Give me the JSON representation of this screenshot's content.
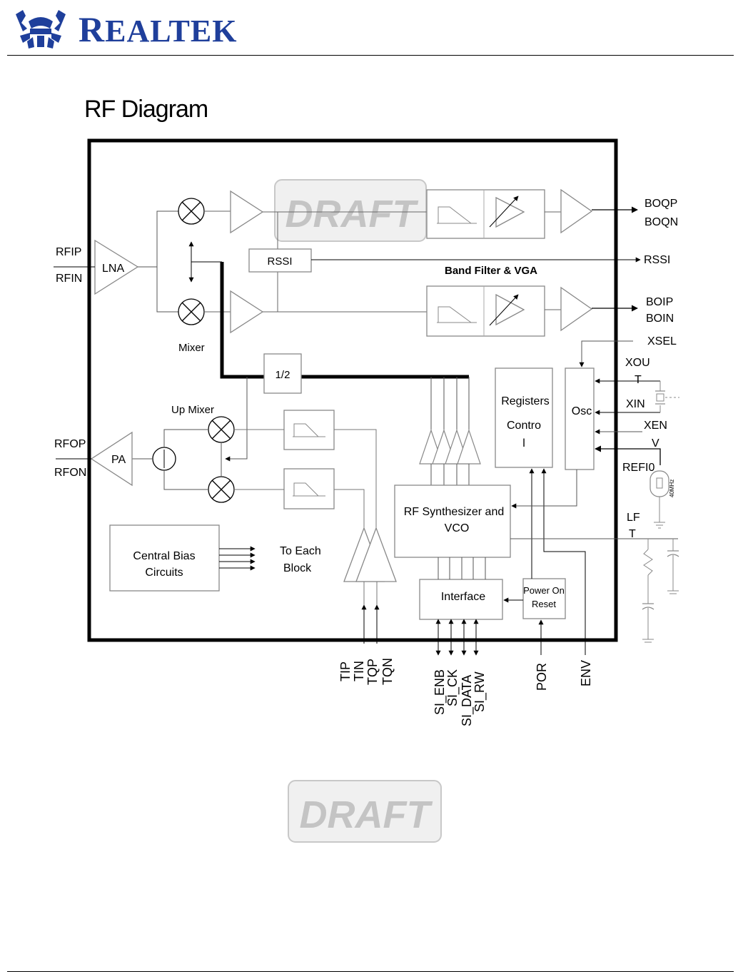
{
  "brand": {
    "name_initial": "R",
    "name_rest": "EALTEK"
  },
  "page": {
    "title": "RF Diagram"
  },
  "watermark": "DRAFT",
  "blocks": {
    "lna": "LNA",
    "pa": "PA",
    "rssi": "RSSI",
    "half": "1/2",
    "mixer": "Mixer",
    "up_mixer": "Up Mixer",
    "band_filter_vga": "Band Filter & VGA",
    "registers_l1": "Registers",
    "registers_l2": "Contro",
    "registers_l3": "l",
    "osc": "Osc",
    "synth_l1": "RF Synthesizer and",
    "synth_l2": "VCO",
    "interface": "Interface",
    "por_l1": "Power On",
    "por_l2": "Reset",
    "bias_l1": "Central Bias",
    "bias_l2": "Circuits",
    "to_each_l1": "To Each",
    "to_each_l2": "Block",
    "crystal_freq": "40MHz"
  },
  "pins": {
    "rfip": "RFIP",
    "rfin": "RFIN",
    "rfop": "RFOP",
    "rfon": "RFON",
    "boqp": "BOQP",
    "boqn": "BOQN",
    "rssi_out": "RSSI",
    "boip": "BOIP",
    "boin": "BOIN",
    "xsel": "XSEL",
    "xout_l1": "XOU",
    "xout_l2": "T",
    "xin": "XIN",
    "xenv_l1": "XEN",
    "xenv_l2": "V",
    "refio": "REFI0",
    "lft_l1": "LF",
    "lft_l2": "T",
    "tip": "TIP",
    "tin": "TIN",
    "tqp": "TQP",
    "tqn": "TQN",
    "si_enb": "SI_ENB",
    "si_ck": "SI_CK",
    "si_data": "SI_DATA",
    "si_rw": "SI_RW",
    "por": "POR",
    "env": "ENV"
  }
}
